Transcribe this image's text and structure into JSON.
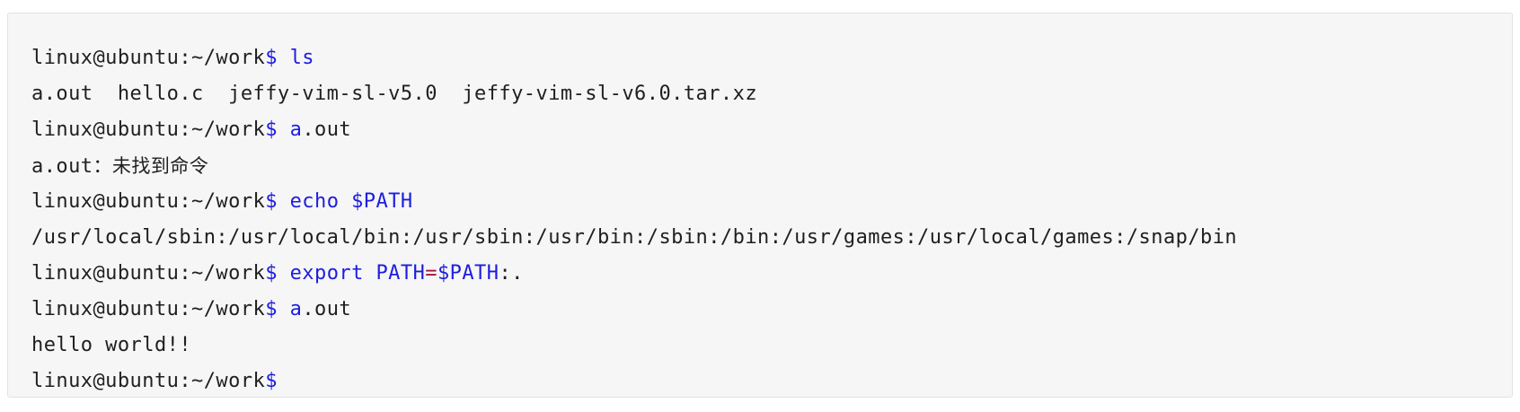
{
  "terminal": {
    "lines": [
      {
        "prompt": "linux@ubuntu:~/work",
        "sigil": "$",
        "command": " ls"
      },
      {
        "output": "a.out  hello.c  jeffy-vim-sl-v5.0  jeffy-vim-sl-v6.0.tar.xz"
      },
      {
        "prompt": "linux@ubuntu:~/work",
        "sigil": "$",
        "command_a": " a",
        "command_rest": ".out"
      },
      {
        "output_prefix": "a.out",
        "output_cjk": "：未找到命令"
      },
      {
        "prompt": "linux@ubuntu:~/work",
        "sigil": "$",
        "command": " echo $PATH"
      },
      {
        "output": "/usr/local/sbin:/usr/local/bin:/usr/sbin:/usr/bin:/sbin:/bin:/usr/games:/usr/local/games:/snap/bin"
      },
      {
        "prompt": "linux@ubuntu:~/work",
        "sigil": "$",
        "command_a": " export PATH",
        "operator": "=",
        "command_b": "$PATH",
        "command_rest": ":."
      },
      {
        "prompt": "linux@ubuntu:~/work",
        "sigil": "$",
        "command_a": " a",
        "command_rest": ".out"
      },
      {
        "output": "hello world!!"
      },
      {
        "prompt": "linux@ubuntu:~/work",
        "sigil": "$"
      }
    ]
  },
  "colors": {
    "background": "#f6f6f6",
    "text": "#1f1f1f",
    "command": "#1d1de0",
    "operator": "#a0163d"
  }
}
